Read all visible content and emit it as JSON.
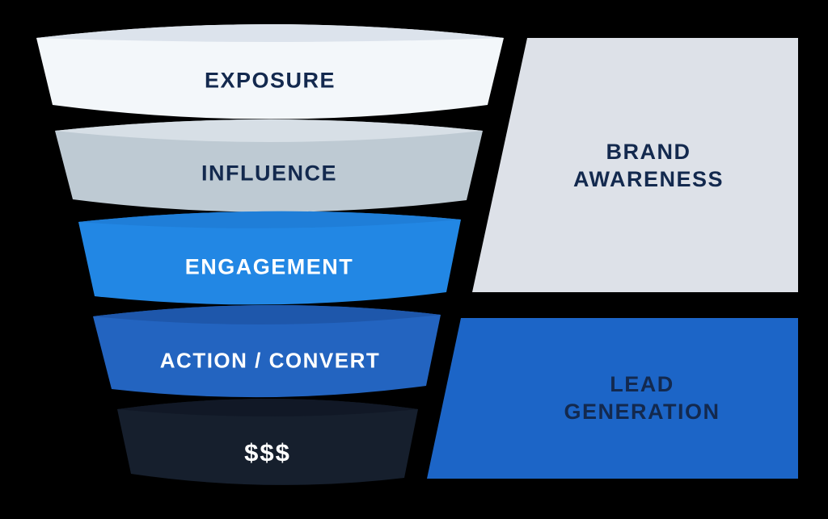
{
  "diagram": {
    "background_color": "#000000",
    "funnel": {
      "stages": [
        {
          "label": "EXPOSURE",
          "fill": "#F3F7FA",
          "rim_fill": "#DCE3EC",
          "label_color": "#13294E"
        },
        {
          "label": "INFLUENCE",
          "fill": "#BECAD3",
          "rim_fill": "#D7DFE6",
          "label_color": "#13294E"
        },
        {
          "label": "ENGAGEMENT",
          "fill": "#2287E4",
          "rim_fill": "#1F7ED8",
          "label_color": "#FFFFFF"
        },
        {
          "label": "ACTION / CONVERT",
          "fill": "#2364C0",
          "rim_fill": "#1E57AB",
          "label_color": "#FFFFFF"
        },
        {
          "label": "$$$",
          "fill": "#161F2D",
          "rim_fill": "#111826",
          "label_color": "#FFFFFF"
        }
      ]
    },
    "side_panels": [
      {
        "lines": [
          "BRAND",
          "AWARENESS"
        ],
        "fill": "#DDE1E8",
        "label_color": "#13294E"
      },
      {
        "lines": [
          "LEAD",
          "GENERATION"
        ],
        "fill": "#1C65C7",
        "label_color": "#13294E"
      }
    ]
  }
}
